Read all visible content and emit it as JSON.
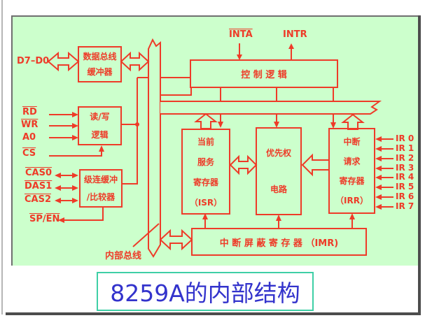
{
  "colors": {
    "line_red": "#ee3b28",
    "panel_green": "#ccffcc",
    "title_blue": "#3333cc",
    "title_teal": "#3ecfa6",
    "frame_dark": "#4d4d4d",
    "frame_light": "#b6b6b6"
  },
  "title": {
    "text": "8259A的内部结构"
  },
  "blocks": {
    "buffer": {
      "line1": "数据总线",
      "line2": "缓冲器"
    },
    "rw": {
      "line1": "读/写",
      "line2": "逻辑"
    },
    "cascade": {
      "line1": "级连缓冲",
      "line2": "/比较器"
    },
    "control": {
      "label": "控 制 逻 辑"
    },
    "isr": {
      "line1": "当前",
      "line2": "服务",
      "line3": "寄存器",
      "line4": "（ISR）"
    },
    "priority": {
      "line1": "优先权",
      "line2": "电路"
    },
    "irr": {
      "line1": "中断",
      "line2": "请求",
      "line3": "寄存器",
      "line4": "（IRR）"
    },
    "imr": {
      "label": "中 断 屏 蔽 寄 存 器 （IMR)"
    }
  },
  "pins": {
    "d7d0": "D7–D0",
    "rd": "RD",
    "wr": "WR",
    "a0": "A0",
    "cs": "CS",
    "cas0": "CAS0",
    "das1": "DAS1",
    "cas2": "CAS2",
    "sp": "SP",
    "slash": "/",
    "en": "EN",
    "inta": "INTA",
    "intr": "INTR",
    "ir": [
      "IR 0",
      "IR 1",
      "IR 2",
      "IR 3",
      "IR 4",
      "IR 5",
      "IR 6",
      "IR 7"
    ],
    "internal_bus": "内部总线"
  }
}
